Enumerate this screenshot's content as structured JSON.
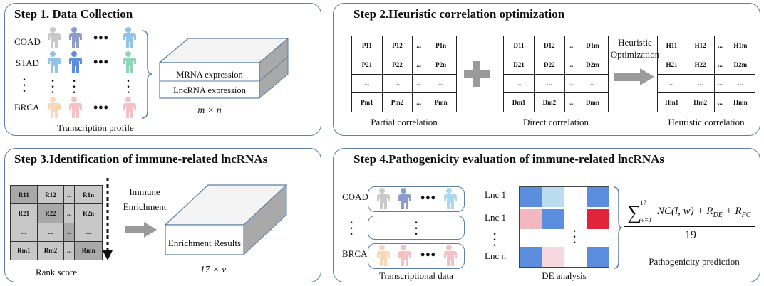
{
  "step1": {
    "title": "Step 1. Data Collection",
    "cancers": [
      "COAD",
      "STAD",
      "BRCA"
    ],
    "slab_labels": [
      "MRNA expression",
      "LncRNA expression"
    ],
    "dims": "m × n",
    "caption": "Transcription profile"
  },
  "step2": {
    "title": "Step 2.Heuristic correlation optimization",
    "partial": {
      "caption": "Partial correlation",
      "cells": [
        [
          "P11",
          "P12",
          "...",
          "P1n"
        ],
        [
          "P21",
          "P22",
          "...",
          "P2n"
        ],
        [
          "...",
          "...",
          "...",
          "..."
        ],
        [
          "Pm1",
          "Pm2",
          "...",
          "Pmn"
        ]
      ]
    },
    "direct": {
      "caption": "Direct correlation",
      "cells": [
        [
          "D11",
          "D12",
          "...",
          "D1m"
        ],
        [
          "D21",
          "D22",
          "...",
          "D2m"
        ],
        [
          "...",
          "...",
          "...",
          "..."
        ],
        [
          "Dm1",
          "Dm2",
          "...",
          "Dmn"
        ]
      ]
    },
    "heuristic": {
      "caption": "Heuristic correlation",
      "cells": [
        [
          "H11",
          "H12",
          "...",
          "H1m"
        ],
        [
          "H21",
          "H22",
          "...",
          "D2m"
        ],
        [
          "...",
          "...",
          "...",
          "..."
        ],
        [
          "Hm1",
          "Hm2",
          "...",
          "Hmn"
        ]
      ]
    },
    "arrow_label_1": "Heuristic",
    "arrow_label_2": "Optimization"
  },
  "step3": {
    "title": "Step 3.Identification of immune-related lncRNAs",
    "rank": {
      "caption": "Rank score",
      "cells": [
        [
          "R11",
          "R12",
          "...",
          "R1n"
        ],
        [
          "R21",
          "R22",
          "...",
          "R2n"
        ],
        [
          "...",
          "...",
          "...",
          "..."
        ],
        [
          "Rm1",
          "Rm2",
          "...",
          "Rmn"
        ]
      ]
    },
    "arrow_label_1": "Immune",
    "arrow_label_2": "Enrichment",
    "slab_label": "Enrichment Results",
    "dims": "17 × v"
  },
  "step4": {
    "title": "Step 4.Pathogenicity evaluation of immune-related lncRNAs",
    "cancers": [
      "COAD",
      "BRCA"
    ],
    "caption_left": "Transcriptional data",
    "lnc_labels": [
      "Lnc 1",
      "Lnc 1",
      "Lnc n"
    ],
    "caption_mid": "DE analysis",
    "formula_sum": "∑",
    "formula_upper": "17",
    "formula_lower": "w=1",
    "formula_body": "NC(l, w) + R",
    "formula_sub1": "DE",
    "formula_plus": " + R",
    "formula_sub2": "FC",
    "formula_denominator": "19",
    "caption_right": "Pathogenicity prediction"
  },
  "colors": {
    "panel_border": "#5b7fa6",
    "icon_gray": "#c9c9c9",
    "icon_purple": "#8e9ccc",
    "icon_blue": "#8fc3ea",
    "icon_lightblue": "#a9d8f0",
    "icon_green": "#8fd6b6",
    "icon_peach": "#fbd7b7",
    "icon_pink": "#f6c0c4",
    "heat_blue": "#5b8ede",
    "heat_lightblue": "#b9dcef",
    "heat_pink": "#f2b8c0",
    "heat_red": "#e0243a",
    "arrow_gray": "#9a9a9a"
  }
}
